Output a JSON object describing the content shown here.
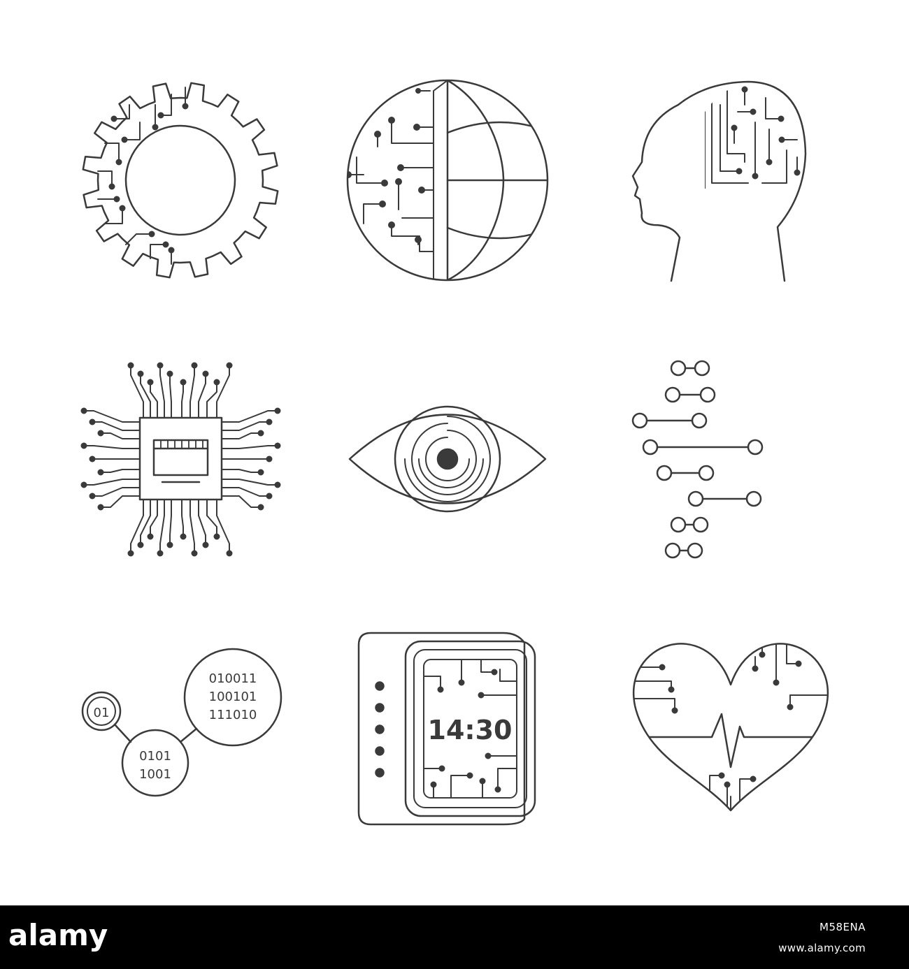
{
  "colors": {
    "stroke": "#3a3a3a",
    "background": "#ffffff",
    "footer": "#000000",
    "footer_text": "#ffffff"
  },
  "icons": [
    {
      "name": "gear-circuit-icon"
    },
    {
      "name": "globe-circuit-icon"
    },
    {
      "name": "head-circuit-icon"
    },
    {
      "name": "processor-chip-icon"
    },
    {
      "name": "eye-iris-icon"
    },
    {
      "name": "circuit-nodes-icon"
    },
    {
      "name": "binary-molecule-icon"
    },
    {
      "name": "smartwatch-icon"
    },
    {
      "name": "heart-circuit-icon"
    }
  ],
  "binary": {
    "small": "01",
    "mid_line1": "0101",
    "mid_line2": "1001",
    "big_line1": "010011",
    "big_line2": "100101",
    "big_line3": "111010"
  },
  "watch": {
    "time": "14:30"
  },
  "footer": {
    "brand": "alamy",
    "image_code": "M58ENA",
    "url": "www.alamy.com"
  }
}
